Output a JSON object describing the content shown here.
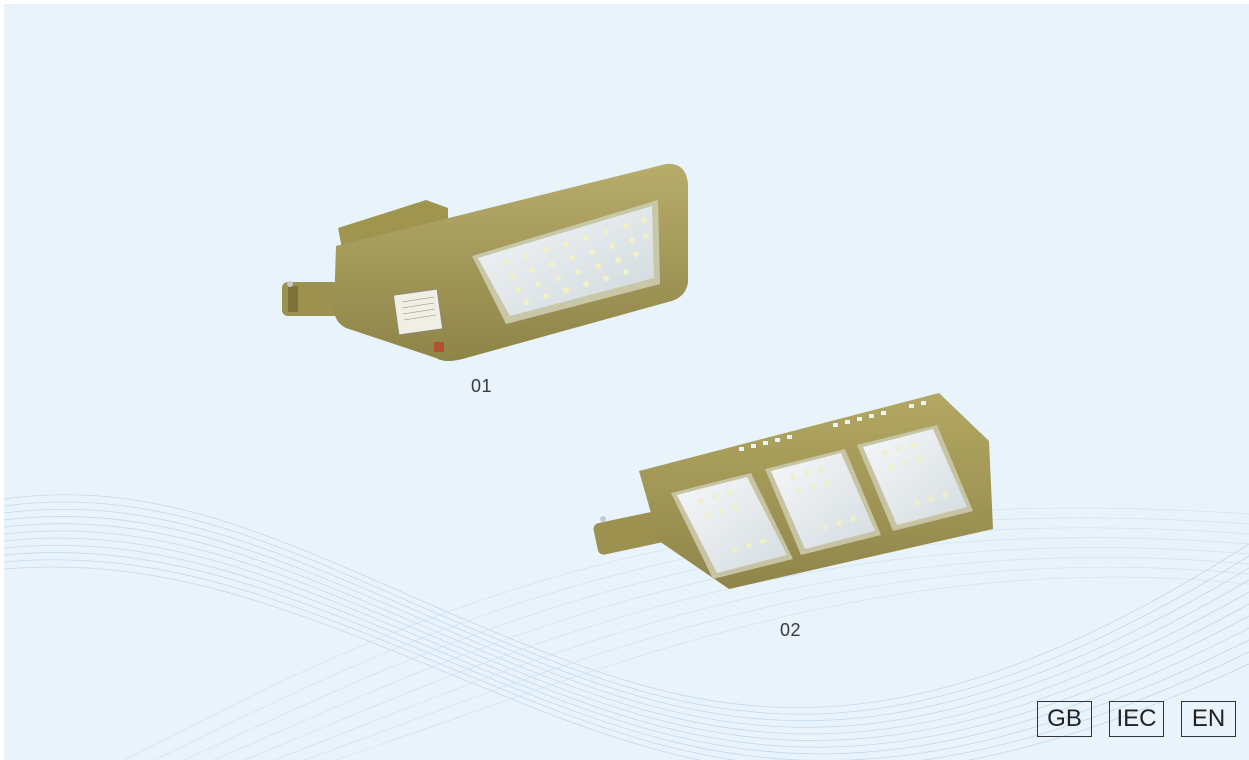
{
  "products": [
    {
      "label": "01",
      "icon": "street-light-housing-icon"
    },
    {
      "label": "02",
      "icon": "modular-led-street-light-icon"
    }
  ],
  "certifications": [
    "GB",
    "IEC",
    "EN"
  ],
  "colors": {
    "background": "#e9f3fb",
    "wave_lines": "#bcd6ea",
    "housing": "#a59a5a",
    "text": "#3a3a3a"
  }
}
